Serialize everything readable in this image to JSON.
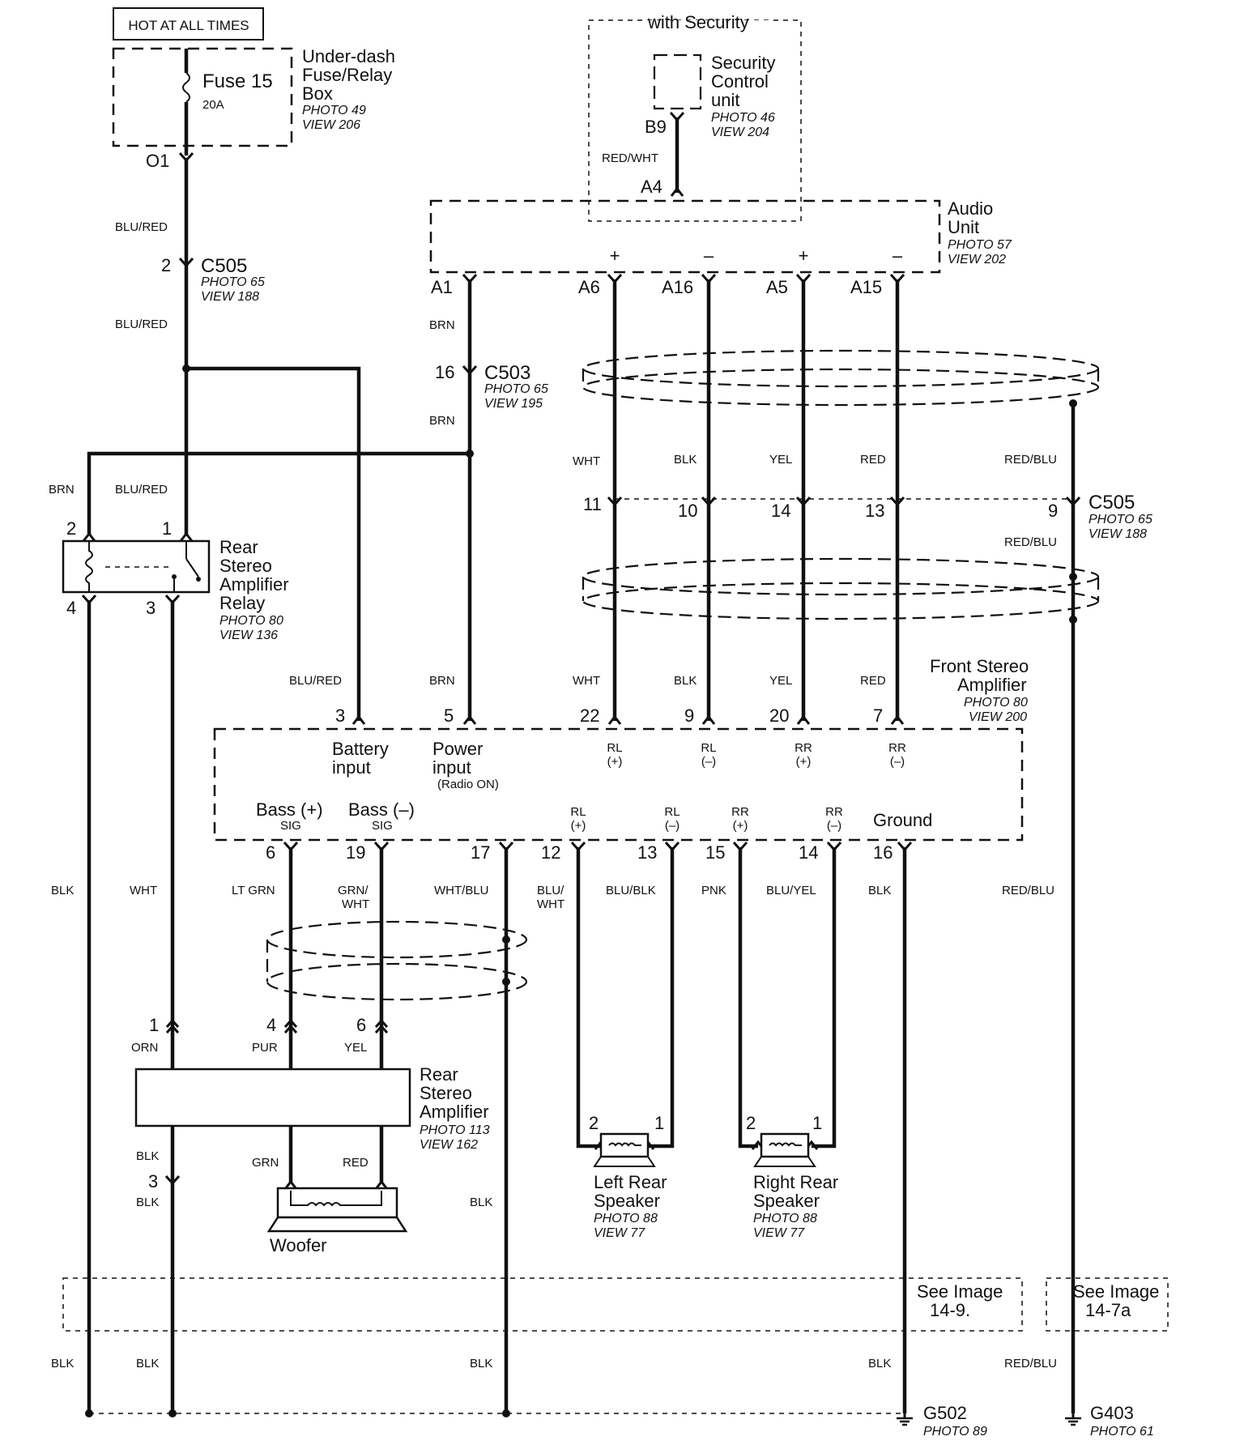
{
  "hot_label": "HOT AT ALL TIMES",
  "fuse_box": {
    "fuse_name": "Fuse 15",
    "fuse_rating": "20A",
    "title": [
      "Under-dash",
      "Fuse/Relay",
      "Box"
    ],
    "photo": "PHOTO 49",
    "view": "VIEW 206",
    "terminal": "O1"
  },
  "security": {
    "group_label": "with Security",
    "unit_title": [
      "Security",
      "Control",
      "unit"
    ],
    "photo": "PHOTO 46",
    "view": "VIEW 204",
    "pin_top": "B9",
    "wire": "RED/WHT",
    "pin_bottom": "A4"
  },
  "audio_unit": {
    "title": [
      "Audio",
      "Unit"
    ],
    "photo": "PHOTO 57",
    "view": "VIEW 202",
    "polarity": [
      "+",
      "–",
      "+",
      "–"
    ],
    "pins": [
      "A1",
      "A6",
      "A16",
      "A5",
      "A15"
    ]
  },
  "c505_top": {
    "name": "C505",
    "pin": "2",
    "photo": "PHOTO 65",
    "view": "VIEW 188",
    "wire_above": "BLU/RED",
    "wire_below": "BLU/RED"
  },
  "c503": {
    "name": "C503",
    "pin": "16",
    "photo": "PHOTO 65",
    "view": "VIEW 195",
    "wire_above": "BRN",
    "wire_below": "BRN"
  },
  "c505_right": {
    "name": "C505",
    "photo": "PHOTO 65",
    "view": "VIEW 188",
    "pins": [
      "11",
      "10",
      "14",
      "13",
      "9"
    ],
    "wires_upper": [
      "WHT",
      "BLK",
      "YEL",
      "RED",
      "RED/BLU"
    ],
    "wire_lower_right": "RED/BLU"
  },
  "relay": {
    "title": [
      "Rear",
      "Stereo",
      "Amplifier",
      "Relay"
    ],
    "photo": "PHOTO 80",
    "view": "VIEW 136",
    "pins": [
      "2",
      "1",
      "4",
      "3"
    ],
    "wire_brn": "BRN",
    "wire_blured": "BLU/RED"
  },
  "front_amp": {
    "title": [
      "Front Stereo",
      "Amplifier"
    ],
    "photo": "PHOTO 80",
    "view": "VIEW 200",
    "top_wires": [
      "BLU/RED",
      "BRN",
      "WHT",
      "BLK",
      "YEL",
      "RED"
    ],
    "top_pins": [
      "3",
      "5",
      "22",
      "9",
      "20",
      "7"
    ],
    "battery_input": [
      "Battery",
      "input"
    ],
    "power_input": [
      "Power",
      "input"
    ],
    "radio_on": "(Radio ON)",
    "top_ch": [
      [
        "RL",
        "(+)"
      ],
      [
        "RL",
        "(–)"
      ],
      [
        "RR",
        "(+)"
      ],
      [
        "RR",
        "(–)"
      ]
    ],
    "bass_plus": "Bass (+)",
    "bass_minus": "Bass (–)",
    "sig": "SIG",
    "bot_ch": [
      [
        "RL",
        "(+)"
      ],
      [
        "RL",
        "(–)"
      ],
      [
        "RR",
        "(+)"
      ],
      [
        "RR",
        "(–)"
      ]
    ],
    "ground": "Ground",
    "bottom_pins": [
      "6",
      "19",
      "17",
      "12",
      "13",
      "15",
      "14",
      "16"
    ],
    "bottom_wires": [
      "LT GRN",
      "GRN/\nWHT",
      "WHT/BLU",
      "BLU/\nWHT",
      "BLU/BLK",
      "PNK",
      "BLU/YEL",
      "BLK"
    ]
  },
  "left_wires": [
    "BLK",
    "WHT"
  ],
  "right_wire": "RED/BLU",
  "rear_amp": {
    "title": [
      "Rear",
      "Stereo",
      "Amplifier"
    ],
    "photo": "PHOTO 113",
    "view": "VIEW 162",
    "top_pins": [
      "1",
      "4",
      "6"
    ],
    "top_wires": [
      "ORN",
      "PUR",
      "YEL"
    ],
    "out_wires": [
      "GRN",
      "RED"
    ],
    "conn_pin": "3",
    "blk_above": "BLK",
    "blk_below": "BLK"
  },
  "woofer": {
    "label": "Woofer"
  },
  "left_speaker": {
    "title": [
      "Left Rear",
      "Speaker"
    ],
    "photo": "PHOTO 88",
    "view": "VIEW 77",
    "pins": [
      "2",
      "1"
    ]
  },
  "right_speaker": {
    "title": [
      "Right Rear",
      "Speaker"
    ],
    "photo": "PHOTO 88",
    "view": "VIEW 77",
    "pins": [
      "2",
      "1"
    ]
  },
  "mid_blk": "BLK",
  "see_images": [
    [
      "See Image",
      "14-9."
    ],
    [
      "See Image",
      "14-7a"
    ]
  ],
  "bottom_wires": [
    "BLK",
    "BLK",
    "BLK",
    "BLK",
    "RED/BLU"
  ],
  "grounds": [
    {
      "name": "G502",
      "photo": "PHOTO 89"
    },
    {
      "name": "G403",
      "photo": "PHOTO 61"
    }
  ]
}
